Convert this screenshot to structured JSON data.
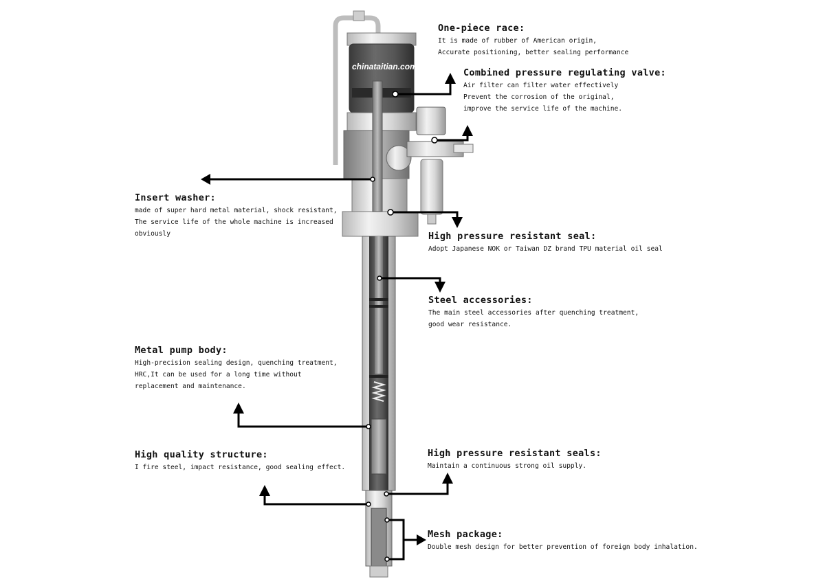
{
  "watermark": "chinataitian.com",
  "callouts": [
    {
      "title": "One-piece race:",
      "lines": [
        "It is made of rubber of American origin,",
        "Accurate positioning, better sealing performance"
      ]
    },
    {
      "title": "Combined pressure regulating valve:",
      "lines": [
        "Air filter can filter water effectively",
        "Prevent the corrosion of the original,",
        "improve the service life of the machine."
      ]
    },
    {
      "title": "Insert washer:",
      "lines": [
        "made of super hard metal material, shock resistant,",
        "The service life of the whole machine is increased",
        "obviously"
      ]
    },
    {
      "title": "High pressure resistant seal:",
      "lines": [
        "Adopt Japanese NOK or Taiwan DZ brand TPU material oil seal"
      ]
    },
    {
      "title": "Steel accessories:",
      "lines": [
        "The main steel accessories after quenching treatment,",
        "good wear resistance."
      ]
    },
    {
      "title": "Metal pump body:",
      "lines": [
        "High-precision sealing design, quenching treatment,",
        "HRC,It can be used for a long time without",
        "replacement and maintenance."
      ]
    },
    {
      "title": "High quality structure:",
      "lines": [
        "I fire steel, impact resistance, good sealing effect."
      ]
    },
    {
      "title": "High pressure resistant seals:",
      "lines": [
        "Maintain a continuous strong oil supply."
      ]
    },
    {
      "title": "Mesh package:",
      "lines": [
        "Double mesh design for better prevention of foreign body inhalation."
      ]
    }
  ]
}
